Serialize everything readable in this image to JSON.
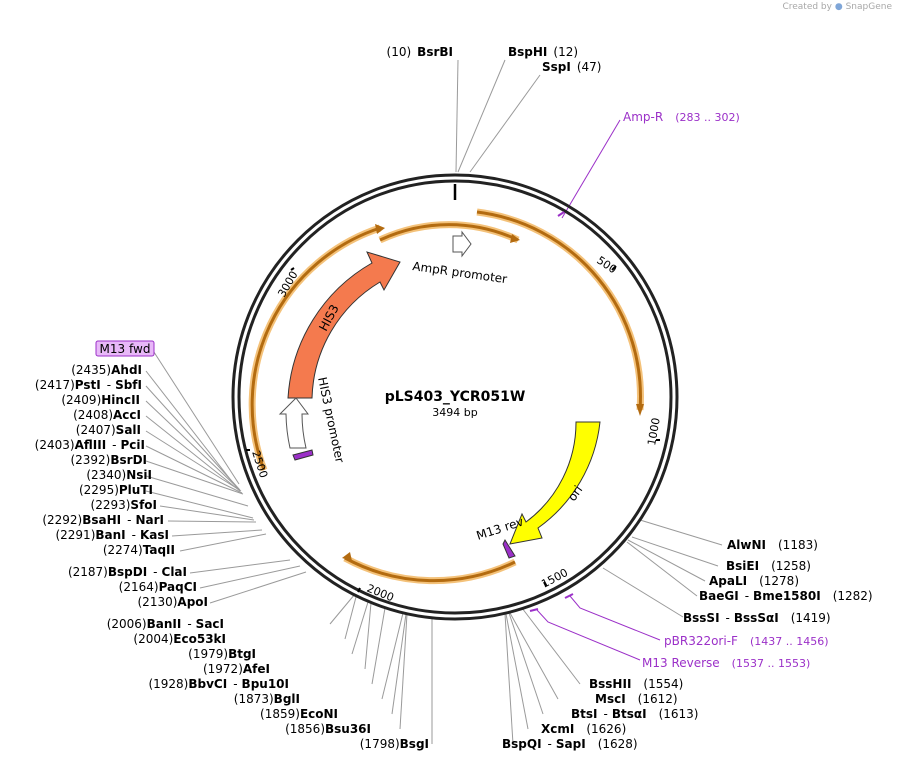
{
  "credit": {
    "created_by": "Created by",
    "app": "SnapGene"
  },
  "plasmid": {
    "name": "pLS403_YCR051W",
    "size": "3494 bp"
  },
  "ticks": [
    "500",
    "1000",
    "1500",
    "2000",
    "2500",
    "3000"
  ],
  "features": [
    {
      "name": "HIS3",
      "color": "#f47a4e"
    },
    {
      "name": "ori",
      "color": "#ffff00"
    },
    {
      "name": "AmpR promoter",
      "color": "#ffffff"
    },
    {
      "name": "HIS3 promoter",
      "color": "#ffffff"
    },
    {
      "name": "M13 rev",
      "color": "#9b30c8"
    }
  ],
  "primers": [
    {
      "name": "Amp-R",
      "range": "(283 .. 302)"
    },
    {
      "name": "pBR322ori-F",
      "range": "(1437 .. 1456)"
    },
    {
      "name": "M13 Reverse",
      "range": "(1537 .. 1553)"
    },
    {
      "name": "M13 fwd",
      "range": ""
    }
  ],
  "sites_top": [
    {
      "name": "BsrBI",
      "pos": "(10)"
    },
    {
      "name": "BspHI",
      "pos": "(12)"
    },
    {
      "name": "SspI",
      "pos": "(47)"
    }
  ],
  "sites_right": [
    {
      "name": "AlwNI",
      "pos": "(1183)"
    },
    {
      "name": "BsiEI",
      "pos": "(1258)"
    },
    {
      "name": "ApaLI",
      "pos": "(1278)"
    },
    {
      "name": "BaeGI - Bme1580I",
      "pos": "(1282)"
    },
    {
      "name": "BssSI - BssSαI",
      "pos": "(1419)"
    }
  ],
  "sites_bottom_right": [
    {
      "name": "BssHII",
      "pos": "(1554)"
    },
    {
      "name": "MscI",
      "pos": "(1612)"
    },
    {
      "name": "BtsI - BtsαI",
      "pos": "(1613)"
    },
    {
      "name": "XcmI",
      "pos": "(1626)"
    },
    {
      "name": "BspQI - SapI",
      "pos": "(1628)"
    }
  ],
  "sites_bottom_left": [
    {
      "name": "BanII - SacI",
      "pos": "(2006)"
    },
    {
      "name": "Eco53kI",
      "pos": "(2004)"
    },
    {
      "name": "BtgI",
      "pos": "(1979)"
    },
    {
      "name": "AfeI",
      "pos": "(1972)"
    },
    {
      "name": "BbvCI - Bpu10I",
      "pos": "(1928)"
    },
    {
      "name": "BglI",
      "pos": "(1873)"
    },
    {
      "name": "EcoNI",
      "pos": "(1859)"
    },
    {
      "name": "Bsu36I",
      "pos": "(1856)"
    },
    {
      "name": "BsgI",
      "pos": "(1798)"
    }
  ],
  "sites_left": [
    {
      "name": "AhdI",
      "pos": "(2435)"
    },
    {
      "name": "PstI - SbfI",
      "pos": "(2417)"
    },
    {
      "name": "HincII",
      "pos": "(2409)"
    },
    {
      "name": "AccI",
      "pos": "(2408)"
    },
    {
      "name": "SalI",
      "pos": "(2407)"
    },
    {
      "name": "AflIII - PciI",
      "pos": "(2403)"
    },
    {
      "name": "BsrDI",
      "pos": "(2392)"
    },
    {
      "name": "NsiI",
      "pos": "(2340)"
    },
    {
      "name": "PluTI",
      "pos": "(2295)"
    },
    {
      "name": "SfoI",
      "pos": "(2293)"
    },
    {
      "name": "BsaHI - NarI",
      "pos": "(2292)"
    },
    {
      "name": "BanI - KasI",
      "pos": "(2291)"
    },
    {
      "name": "TaqII",
      "pos": "(2274)"
    },
    {
      "name": "BspDI - ClaI",
      "pos": "(2187)"
    },
    {
      "name": "PaqCI",
      "pos": "(2164)"
    },
    {
      "name": "ApoI",
      "pos": "(2130)"
    }
  ]
}
